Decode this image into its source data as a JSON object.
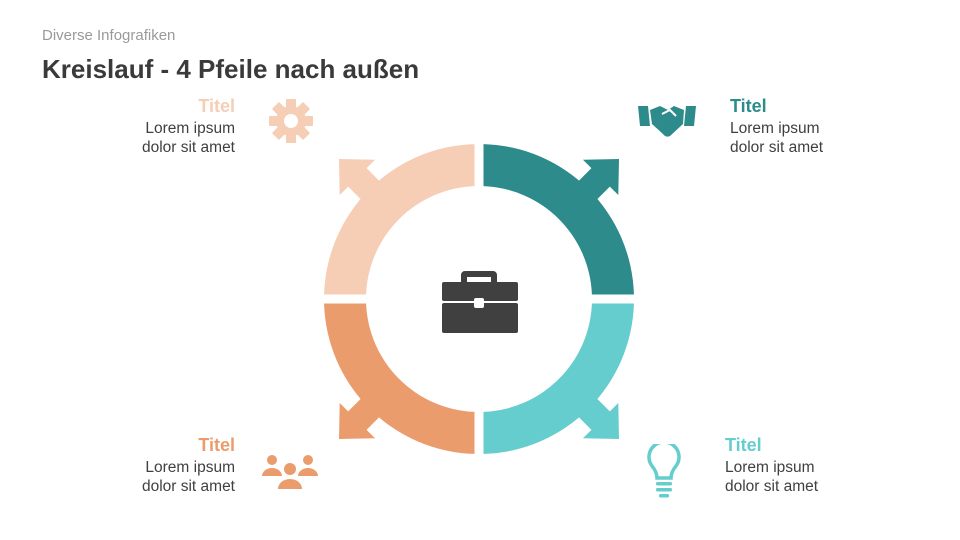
{
  "header": {
    "subtitle": "Diverse Infografiken",
    "title": "Kreislauf - 4 Pfeile nach außen"
  },
  "colors": {
    "peach": "#F6CDB5",
    "teal": "#2E8B8B",
    "light_teal": "#65CDCD",
    "orange": "#EB9C6C",
    "dark": "#404040"
  },
  "items": [
    {
      "title": "Titel",
      "line1": "Lorem ipsum",
      "line2": "dolor sit amet",
      "icon": "gear-icon"
    },
    {
      "title": "Titel",
      "line1": "Lorem ipsum",
      "line2": "dolor sit amet",
      "icon": "handshake-icon"
    },
    {
      "title": "Titel",
      "line1": "Lorem ipsum",
      "line2": "dolor sit amet",
      "icon": "people-icon"
    },
    {
      "title": "Titel",
      "line1": "Lorem ipsum",
      "line2": "dolor sit amet",
      "icon": "lightbulb-icon"
    }
  ],
  "center_icon": "briefcase-icon"
}
